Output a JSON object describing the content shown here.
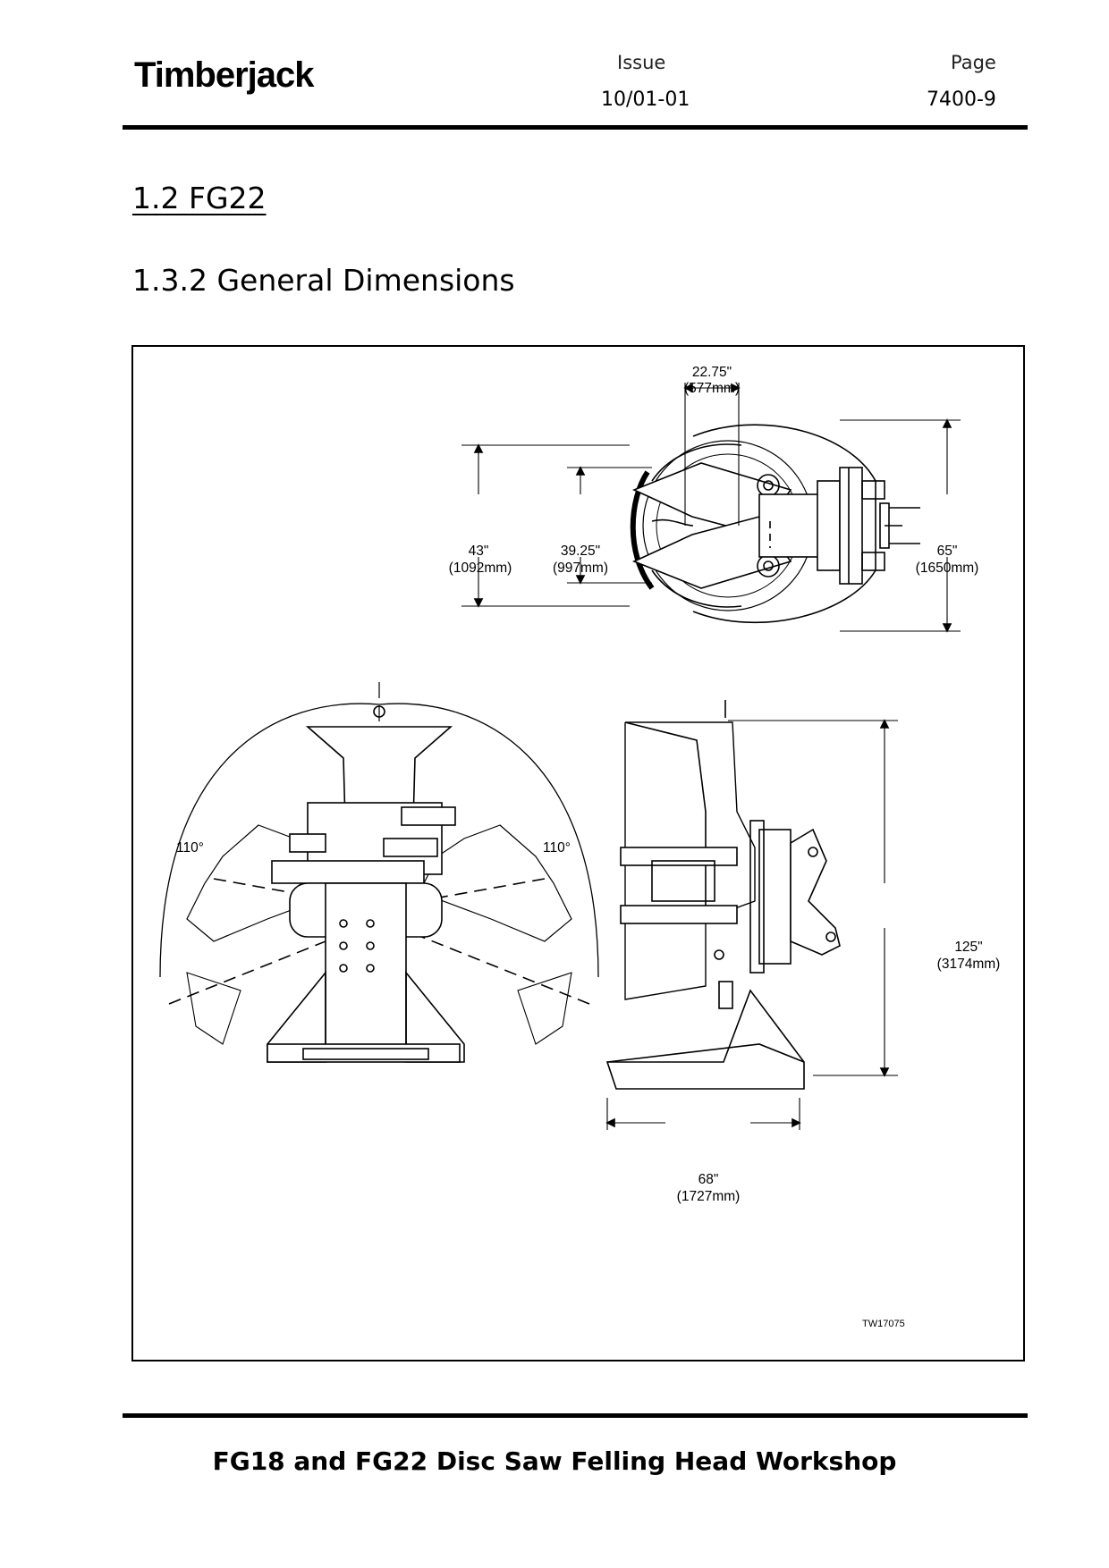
{
  "header": {
    "brand": "Timberjack",
    "issue_label": "Issue",
    "issue_value": "10/01-01",
    "page_label": "Page",
    "page_value": "7400-9"
  },
  "section": {
    "heading": "1.2  FG22",
    "subheading": "1.3.2  General Dimensions"
  },
  "figure": {
    "dimensions": {
      "top_width_in": "22.75\"",
      "top_width_mm": "(577mm)",
      "opening_outer_in": "43\"",
      "opening_outer_mm": "(1092mm)",
      "opening_inner_in": "39.25\"",
      "opening_inner_mm": "(997mm)",
      "overall_width_in": "65\"",
      "overall_width_mm": "(1650mm)",
      "height_in": "125\"",
      "height_mm": "(3174mm)",
      "depth_in": "68\"",
      "depth_mm": "(1727mm)"
    },
    "angles": {
      "left": "110°",
      "right": "110°"
    },
    "reference": "TW17075"
  },
  "footer": {
    "title": "FG18 and FG22 Disc Saw Felling Head Workshop"
  }
}
